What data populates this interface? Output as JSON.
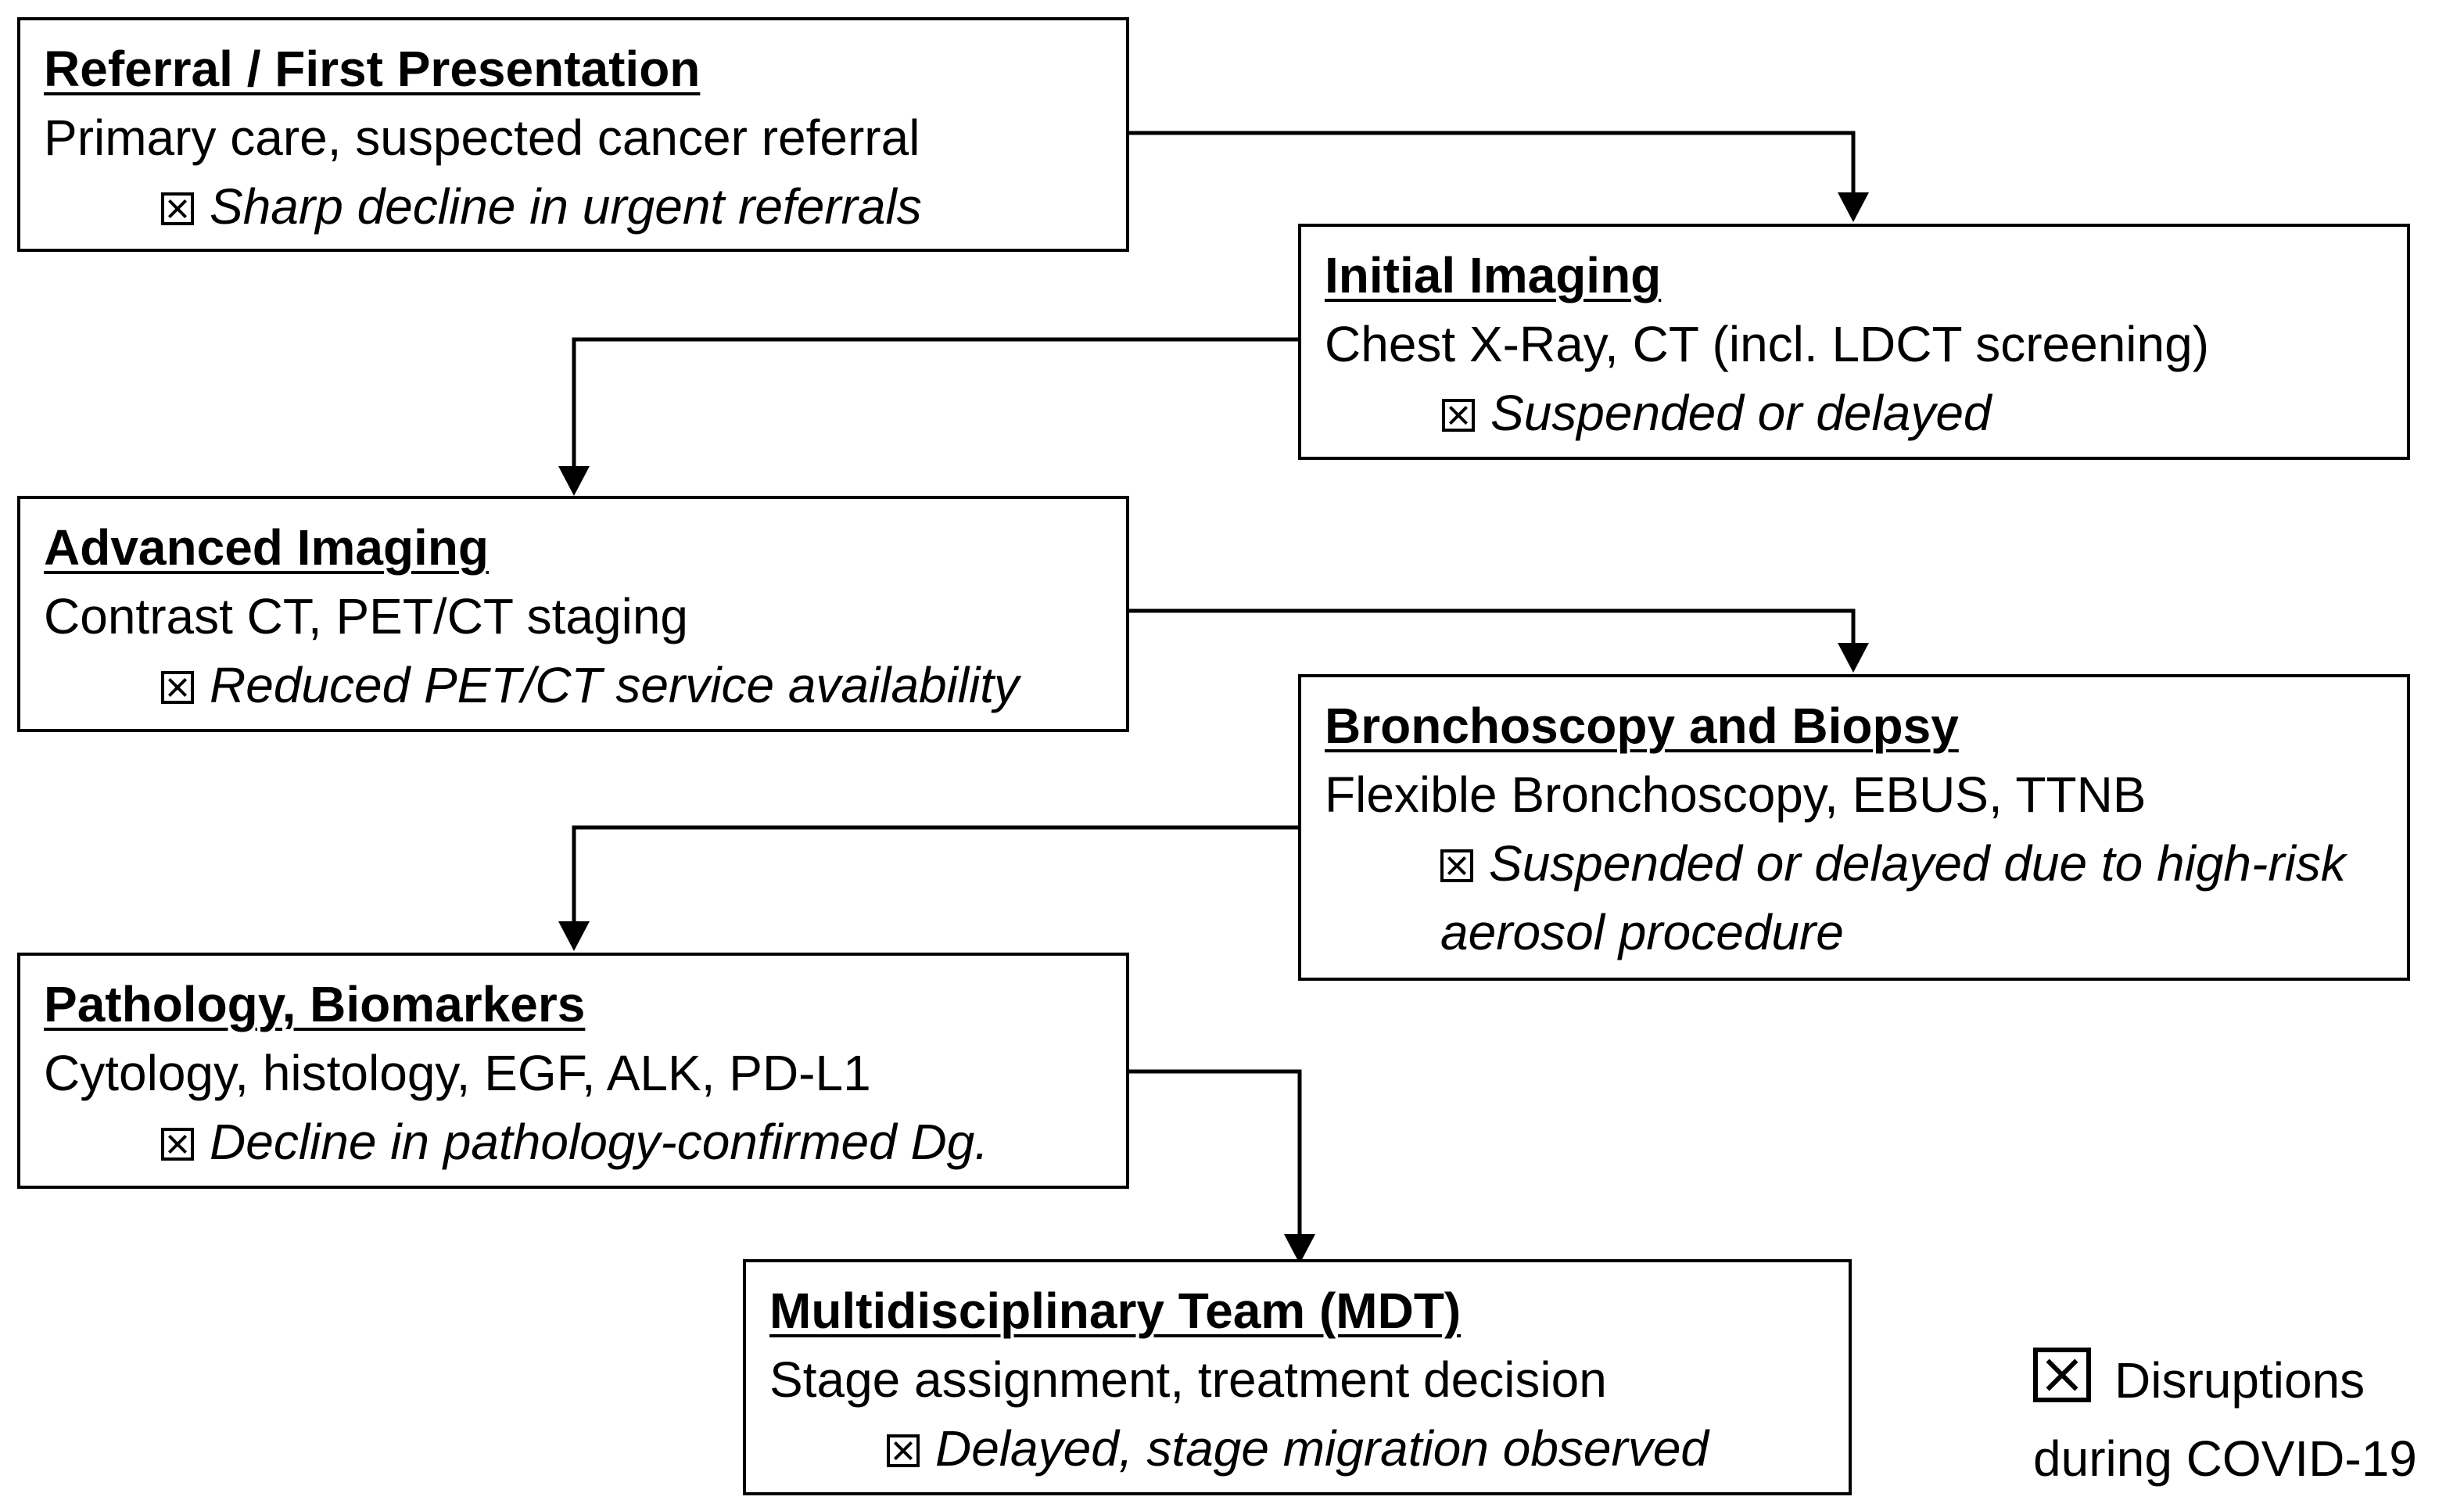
{
  "steps": [
    {
      "title": "Referral / First Presentation",
      "description": "Primary care, suspected cancer referral",
      "disruption": "Sharp decline in urgent referrals"
    },
    {
      "title": "Initial Imaging",
      "description": "Chest X-Ray, CT (incl. LDCT screening)",
      "disruption": "Suspended or delayed"
    },
    {
      "title": "Advanced Imaging",
      "description": "Contrast CT, PET/CT staging",
      "disruption": "Reduced PET/CT service availability"
    },
    {
      "title": "Bronchoscopy and Biopsy",
      "description": "Flexible Bronchoscopy, EBUS, TTNB",
      "disruption": "Suspended or delayed due to high-risk aerosol procedure"
    },
    {
      "title": "Pathology, Biomarkers",
      "description": "Cytology, histology, EGF, ALK, PD-L1",
      "disruption": "Decline in pathology-confirmed Dg."
    },
    {
      "title": "Multidisciplinary Team (MDT)",
      "description": "Stage assignment, treatment decision",
      "disruption": "Delayed, stage migration observed"
    }
  ],
  "legend": {
    "line1": "Disruptions",
    "line2": "during COVID-19"
  }
}
